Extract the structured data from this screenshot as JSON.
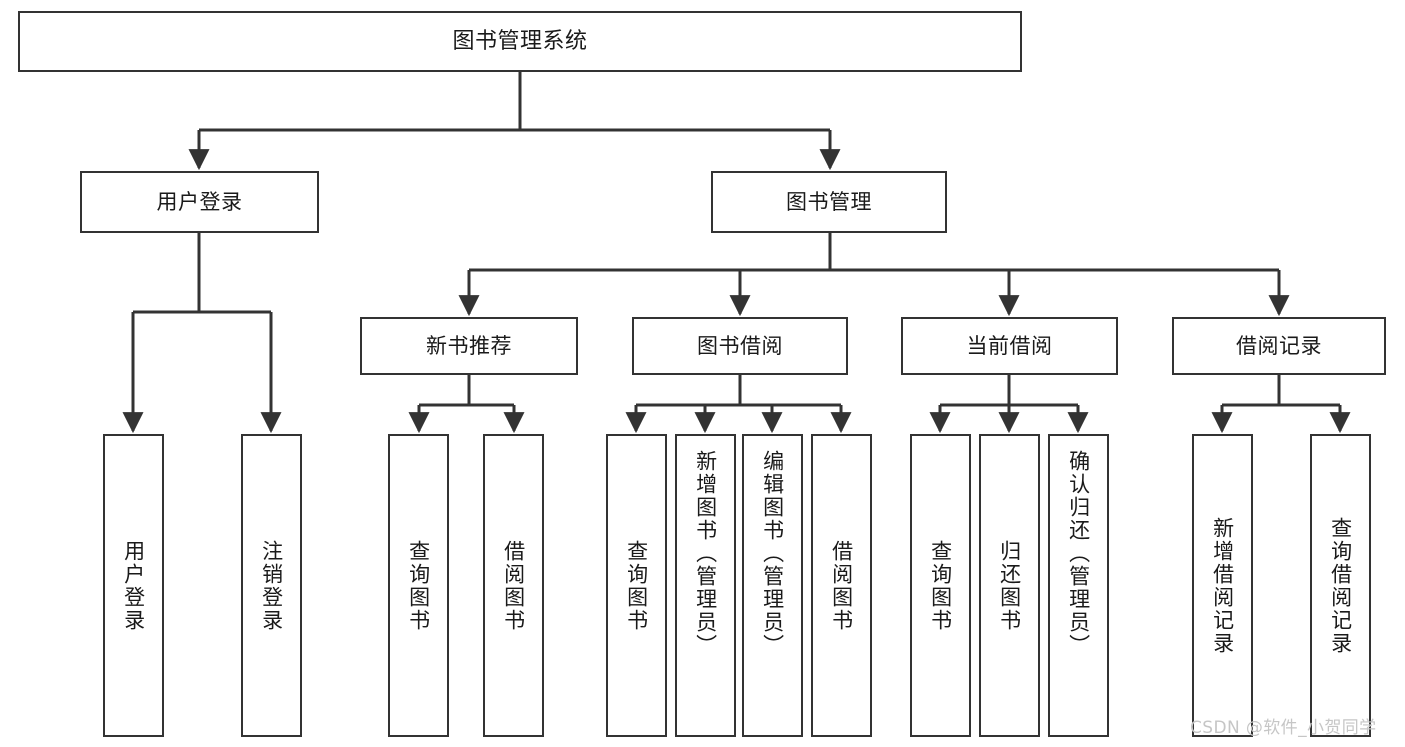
{
  "diagram": {
    "title": "图书管理系统",
    "type": "tree-hierarchy",
    "colors": {
      "box_border": "#333333",
      "box_fill": "#ffffff",
      "edge": "#333333",
      "text": "#1a1a1a",
      "watermark": "#c6c6c6",
      "background": "#ffffff"
    },
    "nodes": {
      "root": {
        "label": "图书管理系统"
      },
      "level2": [
        {
          "label": "用户登录"
        },
        {
          "label": "图书管理"
        }
      ],
      "level3": [
        {
          "label": "新书推荐"
        },
        {
          "label": "图书借阅"
        },
        {
          "label": "当前借阅"
        },
        {
          "label": "借阅记录"
        }
      ],
      "leaves": {
        "user_login": [
          {
            "label": "用户登录"
          },
          {
            "label": "注销登录"
          }
        ],
        "new_book": [
          {
            "label": "查询图书"
          },
          {
            "label": "借阅图书"
          }
        ],
        "book_borrow": [
          {
            "label": "查询图书"
          },
          {
            "label": "新增图书（管理员）"
          },
          {
            "label": "编辑图书（管理员）"
          },
          {
            "label": "借阅图书"
          }
        ],
        "current_borrow": [
          {
            "label": "查询图书"
          },
          {
            "label": "归还图书"
          },
          {
            "label": "确认归还（管理员）"
          }
        ],
        "borrow_record": [
          {
            "label": "新增借阅记录"
          },
          {
            "label": "查询借阅记录"
          }
        ]
      }
    },
    "watermark": "CSDN @软件_小贺同学"
  }
}
